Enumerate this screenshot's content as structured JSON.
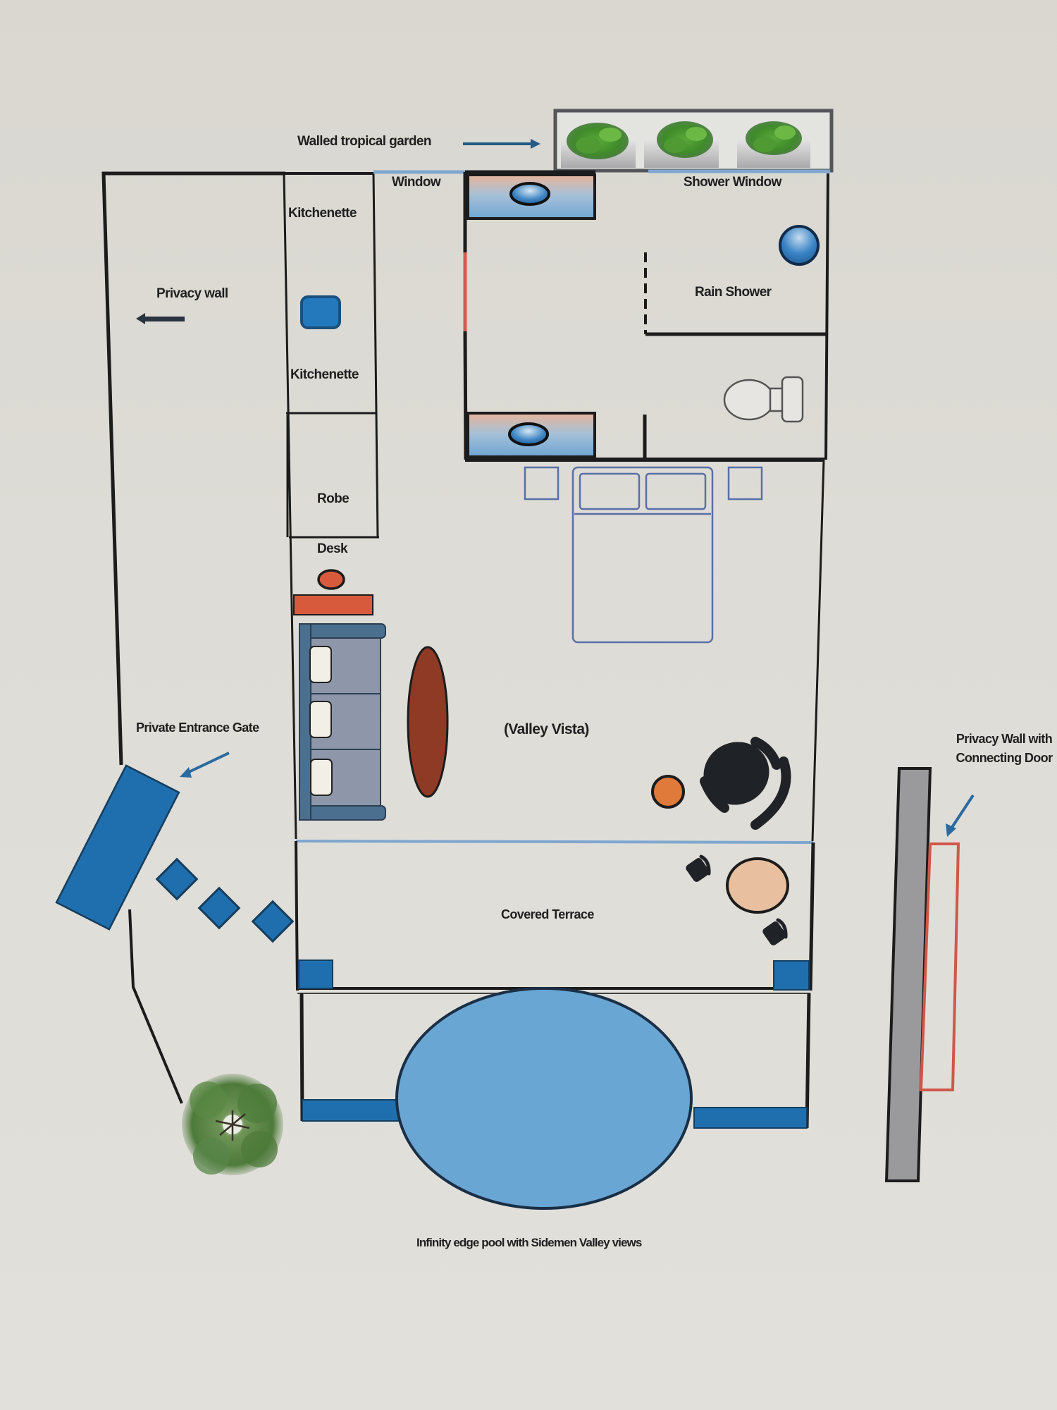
{
  "title": "Valley Vista",
  "labels": {
    "walled_garden": "Walled tropical garden",
    "window": "Window",
    "shower_window": "Shower Window",
    "kitchenette_top": "Kitchenette",
    "kitchenette_bottom": "Kitchenette",
    "privacy_wall": "Privacy wall",
    "rain_shower": "Rain Shower",
    "robe": "Robe",
    "desk": "Desk",
    "valley_vista": "(Valley Vista)",
    "private_entrance_gate": "Private Entrance Gate",
    "covered_terrace": "Covered Terrace",
    "privacy_wall_connecting_door": "Privacy Wall with Connecting Door",
    "pool": "Infinity edge pool with Sidemen Valley views"
  },
  "icons": {
    "garden_plants": "palm-plant-icon",
    "tree": "tree-icon",
    "toilet": "toilet-icon",
    "bed": "double-bed-icon",
    "sofa": "sofa-icon",
    "armchair": "armchair-icon",
    "arrow": "arrow-icon"
  },
  "colors": {
    "wall": "#1c1c1c",
    "accent_blue": "#1f6fae",
    "pool_blue": "#6aa6d3",
    "window_blue": "#7fa6cf",
    "desk_orange": "#d85a3c",
    "coffee_table": "#8e3a24",
    "terrace_table": "#e8c0a0",
    "side_table": "#e07a3a",
    "privacy_wall_gray": "#9a9a9c",
    "door_red": "#d0574a"
  }
}
